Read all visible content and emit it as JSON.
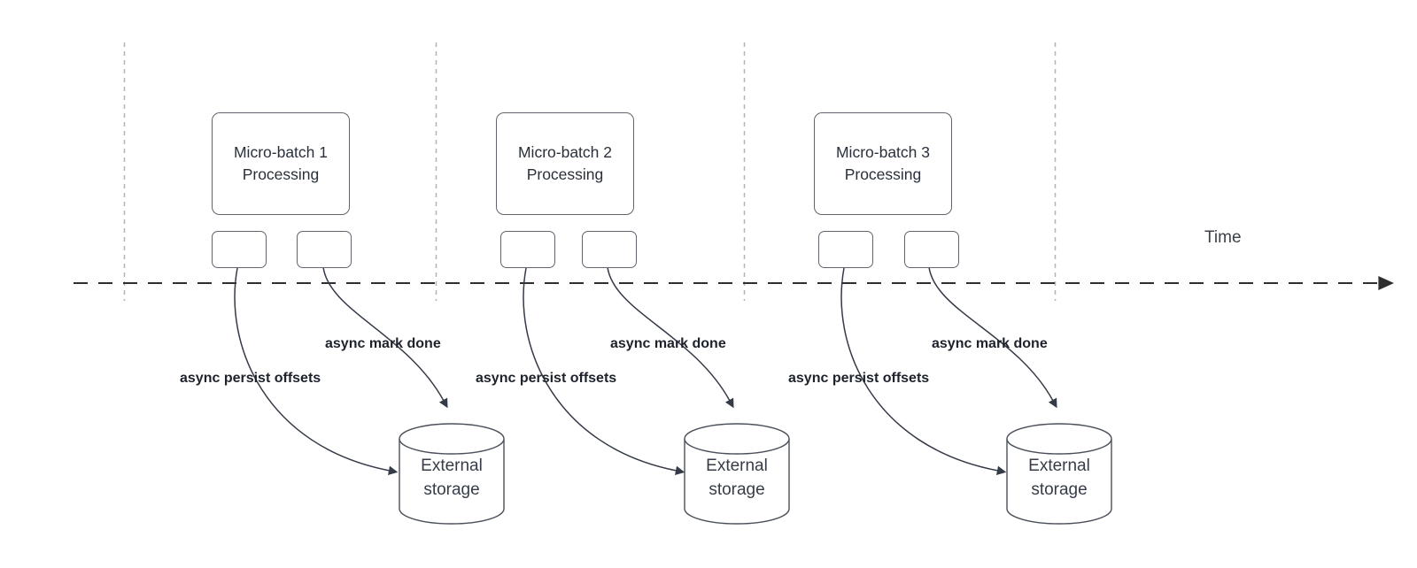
{
  "timeline": {
    "label": "Time"
  },
  "groups": [
    {
      "box_title_line1": "Micro-batch 1",
      "box_title_line2": "Processing",
      "persist_label": "async persist offsets",
      "mark_done_label": "async mark done",
      "storage_line1": "External",
      "storage_line2": "storage"
    },
    {
      "box_title_line1": "Micro-batch 2",
      "box_title_line2": "Processing",
      "persist_label": "async persist offsets",
      "mark_done_label": "async mark done",
      "storage_line1": "External",
      "storage_line2": "storage"
    },
    {
      "box_title_line1": "Micro-batch 3",
      "box_title_line2": "Processing",
      "persist_label": "async persist offsets",
      "mark_done_label": "async mark done",
      "storage_line1": "External",
      "storage_line2": "storage"
    }
  ],
  "colors": {
    "axis": "#2e2e2e",
    "lane_divider": "#b0b3b8",
    "arrow": "#343a46",
    "box_border": "#60646c",
    "box_text": "#2a303b",
    "label_text": "#1d222c",
    "cylinder_stroke": "#4b505a"
  }
}
